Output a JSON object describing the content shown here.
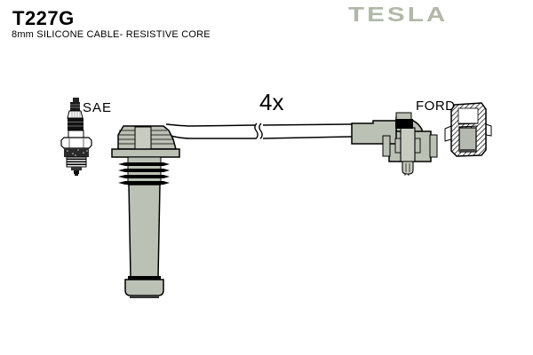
{
  "header": {
    "part_number": "T227G",
    "description": "8mm SILICONE CABLE- RESISTIVE CORE",
    "brand": "TESLA"
  },
  "diagram": {
    "quantity": "4x",
    "plug_end_label": "SAE",
    "coil_end_label": "FORD"
  },
  "colors": {
    "brand_logo": "#b1b8a7",
    "part_gray": "#bcc1b5",
    "part_gray_light": "#c8ccc0",
    "outline": "#000000",
    "background": "#ffffff"
  },
  "icons": {
    "spark_plug": "spark-plug-icon",
    "plug_boot": "spark-plug-boot-icon",
    "cable": "ignition-cable-icon",
    "coil_boot": "coil-connector-boot-icon",
    "cross_section": "socket-cross-section-icon"
  }
}
